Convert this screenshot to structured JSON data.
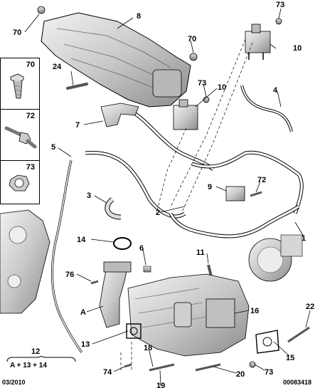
{
  "callouts": {
    "c70a": "70",
    "c8": "8",
    "c73a": "73",
    "c70b": "70",
    "c10a": "10",
    "c24": "24",
    "c73b": "73",
    "c10b": "10",
    "c4": "4",
    "c7": "7",
    "c5": "5",
    "c72": "72",
    "c9": "9",
    "c3": "3",
    "c2": "2",
    "c1": "1",
    "c14": "14",
    "c6": "6",
    "c11": "11",
    "c76": "76",
    "cA": "A",
    "c16": "16",
    "c22": "22",
    "c13": "13",
    "c18": "18",
    "c15": "15",
    "c74": "74",
    "c20": "20",
    "c73c": "73",
    "c19": "19"
  },
  "legend": [
    {
      "number": "70",
      "icon": "hex-flange-bolt-icon"
    },
    {
      "number": "72",
      "icon": "stud-bolt-icon"
    },
    {
      "number": "73",
      "icon": "hex-nut-icon"
    }
  ],
  "kit": {
    "number": "12",
    "formula": "A + 13 + 14"
  },
  "footer": {
    "date": "03/2010",
    "reference": "00083418"
  },
  "colors": {
    "line": "#000000",
    "part_fill": "#d9d9d9",
    "part_dark": "#9a9a9a"
  }
}
